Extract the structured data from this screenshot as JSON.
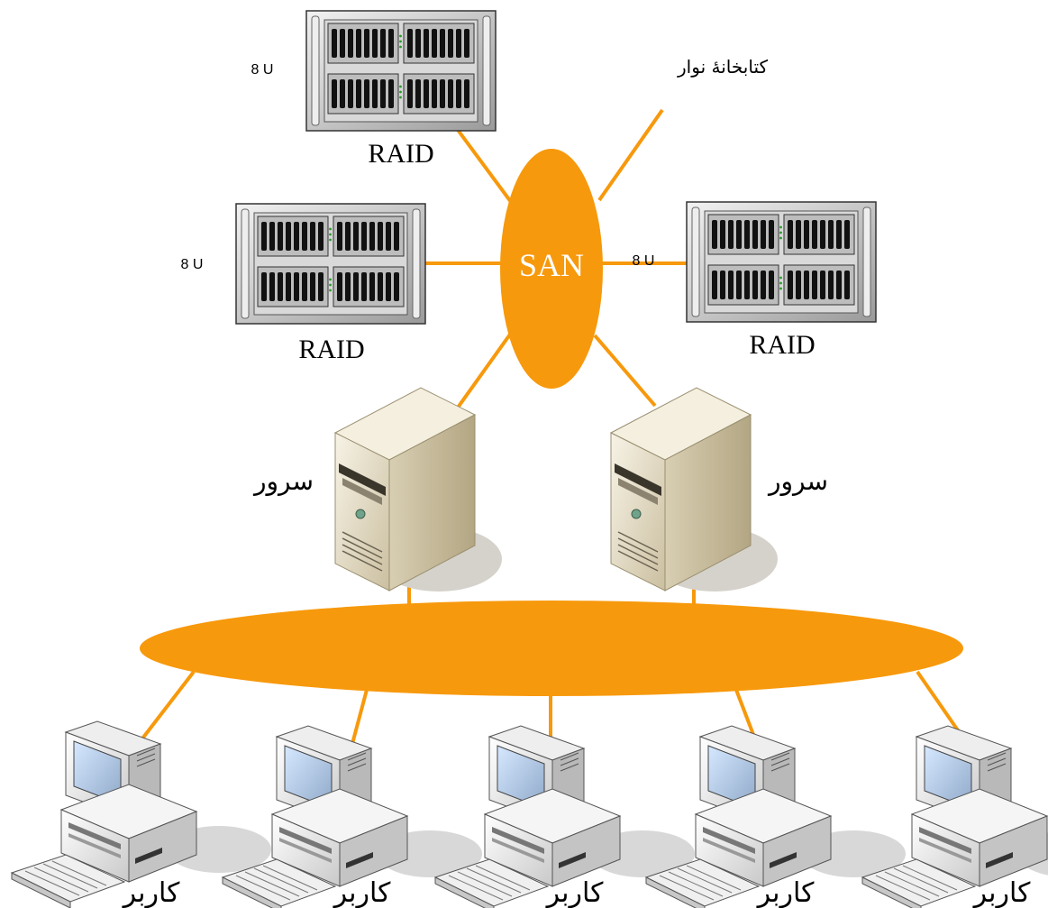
{
  "diagram": {
    "san_label": "SAN",
    "tape_library_label": "کتابخانهٔ نوار",
    "raid_units": [
      {
        "name": "RAID",
        "size_label": "8 U"
      },
      {
        "name": "RAID",
        "size_label": "8 U"
      },
      {
        "name": "RAID",
        "size_label": "8 U"
      }
    ],
    "servers": [
      {
        "label": "سرور"
      },
      {
        "label": "سرور"
      }
    ],
    "users": [
      {
        "label": "کاربر"
      },
      {
        "label": "کاربر"
      },
      {
        "label": "کاربر"
      },
      {
        "label": "کاربر"
      },
      {
        "label": "کاربر"
      }
    ]
  },
  "colors": {
    "network_orange": "#F7990C",
    "server_beige": "#E3DBC5",
    "rack_gray": "#C8C8C8"
  }
}
